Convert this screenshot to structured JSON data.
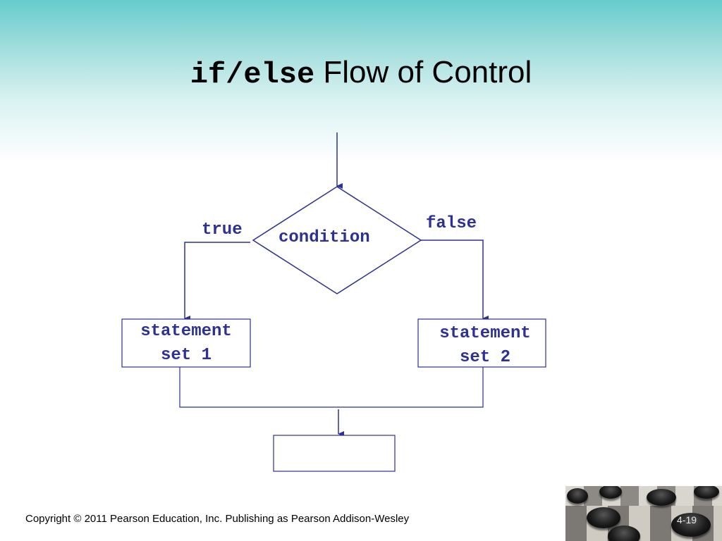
{
  "slide": {
    "title_code": "if/else",
    "title_rest": " Flow of Control",
    "copyright": "Copyright © 2011 Pearson Education, Inc. Publishing as Pearson Addison-Wesley",
    "slide_number": "4-19"
  },
  "diagram": {
    "condition": "condition",
    "true_label": "true",
    "false_label": "false",
    "statement_1": "statement\nset 1",
    "statement_2": "statement\nset 2",
    "line_color": "#2e3192"
  }
}
